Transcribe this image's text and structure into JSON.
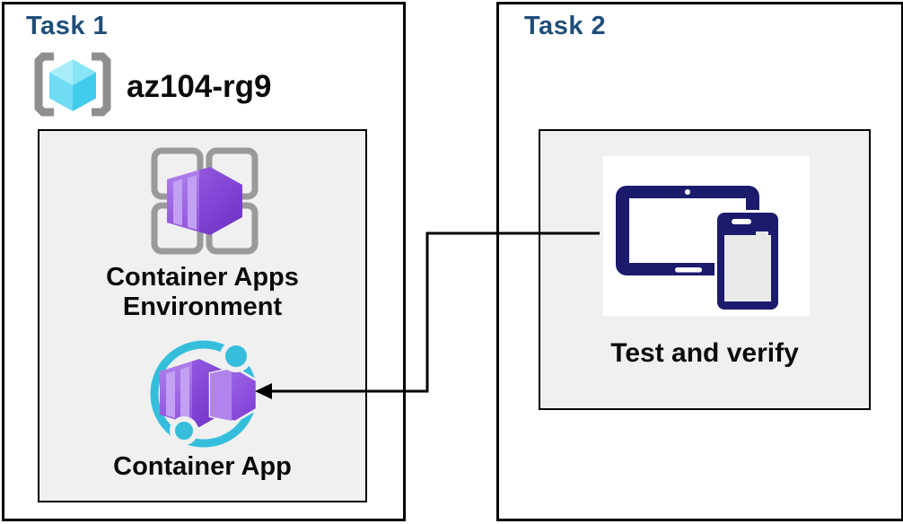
{
  "task1": {
    "title": "Task 1",
    "resource_group_label": "az104-rg9",
    "environment_label": "Container Apps Environment",
    "app_label": "Container App"
  },
  "task2": {
    "title": "Task 2",
    "test_label": "Test and verify"
  },
  "icons": {
    "resource_group": "resource-group-icon",
    "environment": "container-apps-environment-icon",
    "app": "container-app-icon",
    "devices": "tablet-and-phone-icon"
  },
  "colors": {
    "title": "#1F4E79",
    "panel": "#F0F0F0",
    "navy": "#1B1B6E",
    "teal": "#35BEDC",
    "purple": "#8B4FE0",
    "purple_light": "#B68CEC",
    "cube_cyan": "#4FD4EF",
    "grid_gray": "#9A9A9A",
    "text": "#0B0B0B"
  }
}
